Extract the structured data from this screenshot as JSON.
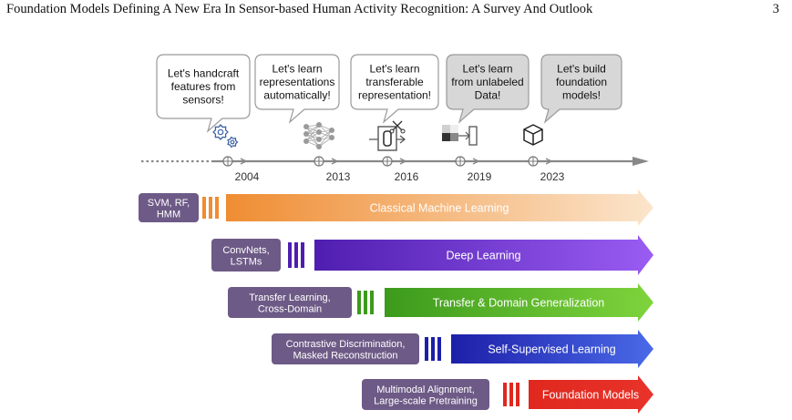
{
  "header": {
    "running_title": "Foundation Models Defining A New Era In Sensor-based Human Activity Recognition: A Survey And Outlook",
    "page_number": "3"
  },
  "figure": {
    "bubbles": [
      {
        "lines": [
          "Let's handcraft",
          "features from",
          "sensors!"
        ],
        "fill": "#ffffff"
      },
      {
        "lines": [
          "Let's learn",
          "representations",
          "automatically!"
        ],
        "fill": "#ffffff"
      },
      {
        "lines": [
          "Let's learn",
          "transferable",
          "representation!"
        ],
        "fill": "#ffffff"
      },
      {
        "lines": [
          "Let's learn",
          "from unlabeled",
          "Data!"
        ],
        "fill": "#d7d7d7"
      },
      {
        "lines": [
          "Let's build",
          "foundation",
          "models!"
        ],
        "fill": "#d7d7d7"
      }
    ],
    "milestone_icons": [
      "gears-icon",
      "neural-network-icon",
      "transfer-model-icon",
      "masked-blocks-icon",
      "cube-icon"
    ],
    "years": [
      "2004",
      "2013",
      "2016",
      "2019",
      "2023"
    ],
    "eras": [
      {
        "method_lines": [
          "SVM, RF,",
          "HMM"
        ],
        "label": "Classical Machine Learning",
        "color": "#ef8d33",
        "color_end": "#fbe5cc"
      },
      {
        "method_lines": [
          "ConvNets,",
          "LSTMs"
        ],
        "label": "Deep Learning",
        "color": "#4f1eb0",
        "color_end": "#9a5cf2"
      },
      {
        "method_lines": [
          "Transfer Learning,",
          "Cross-Domain"
        ],
        "label": "Transfer & Domain Generalization",
        "color": "#3c9a1c",
        "color_end": "#7fd43c"
      },
      {
        "method_lines": [
          "Contrastive Discrimination,",
          "Masked Reconstruction"
        ],
        "label": "Self-Supervised Learning",
        "color": "#1d1fa8",
        "color_end": "#4a6ae8"
      },
      {
        "method_lines": [
          "Multimodal Alignment,",
          "Large-scale Pretraining"
        ],
        "label": "Foundation Models",
        "color": "#e0281e",
        "color_end": "#e8332a"
      }
    ],
    "colors": {
      "axis": "#888888",
      "method_tag": "#6d5a86",
      "bubble_stroke": "#9a9a9a"
    }
  }
}
